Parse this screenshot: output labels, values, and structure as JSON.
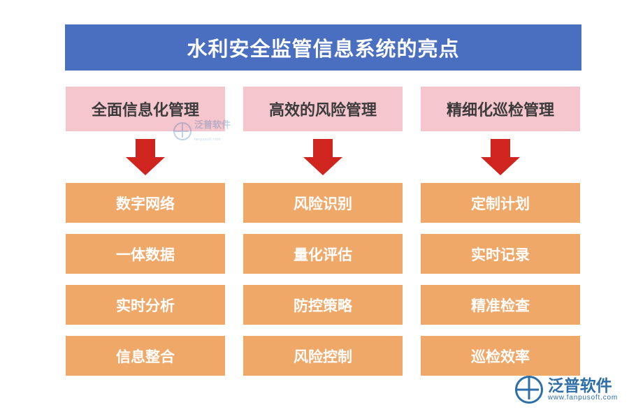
{
  "page": {
    "title": "水利安全监管信息系统的亮点",
    "background": "#ffffff"
  },
  "colors": {
    "title_banner": "#4a6fc0",
    "header_box": "#f5c6ce",
    "arrow": "#d0251f",
    "item_box": "#f0a868",
    "item_text": "#ffffff",
    "header_text": "#3b3b3b",
    "watermark": "#2e6fa8"
  },
  "columns": [
    {
      "header": "全面信息化管理",
      "items": [
        "数字网络",
        "一体数据",
        "实时分析",
        "信息整合"
      ]
    },
    {
      "header": "高效的风险管理",
      "items": [
        "风险识别",
        "量化评估",
        "防控策略",
        "风险控制"
      ]
    },
    {
      "header": "精细化巡检管理",
      "items": [
        "定制计划",
        "实时记录",
        "精准检查",
        "巡检效率"
      ]
    }
  ],
  "watermarks": {
    "center": {
      "name": "泛普软件",
      "sub": "fanpusoft.com"
    },
    "logo": {
      "name": "泛普软件",
      "url": "www.fanpusoft.com"
    }
  }
}
